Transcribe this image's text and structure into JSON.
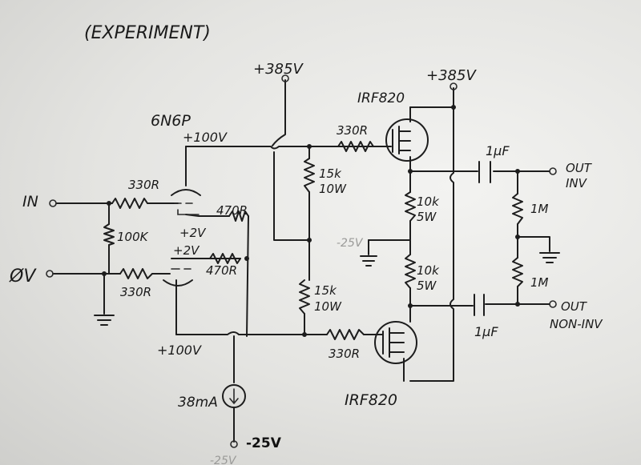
{
  "title": "(EXPERIMENT)",
  "tube": "6N6P",
  "labels": {
    "supply_left": "+385V",
    "supply_right": "+385V",
    "plate_top": "+100V",
    "plate_bottom": "+100V",
    "in": "IN",
    "zero_v": "ØV",
    "r_in_top": "330R",
    "r_in_bottom": "330R",
    "r_grid_leak": "100K",
    "r_cath_top": "470R",
    "r_cath_bottom": "470R",
    "bias_top": "+2V",
    "bias_bottom": "+2V",
    "r_gate_top": "330R",
    "r_gate_bottom": "330R",
    "r_15k_top_a": "15k",
    "r_15k_top_b": "10W",
    "r_15k_bot_a": "15k",
    "r_15k_bot_b": "10W",
    "mosfet_top": "IRF820",
    "mosfet_bottom": "IRF820",
    "r_10k_top_a": "10k",
    "r_10k_top_b": "5W",
    "r_10k_bot_a": "10k",
    "r_10k_bot_b": "5W",
    "cap_top": "1μF",
    "cap_bottom": "1μF",
    "r_1m_top": "1M",
    "r_1m_bottom": "1M",
    "out_inv_a": "OUT",
    "out_inv_b": "INV",
    "out_noninv_a": "OUT",
    "out_noninv_b": "NON-INV",
    "ccs": "38mA",
    "neg_supply": "-25V",
    "faint_mid": "-25V",
    "faint_bottom": "-25V"
  }
}
